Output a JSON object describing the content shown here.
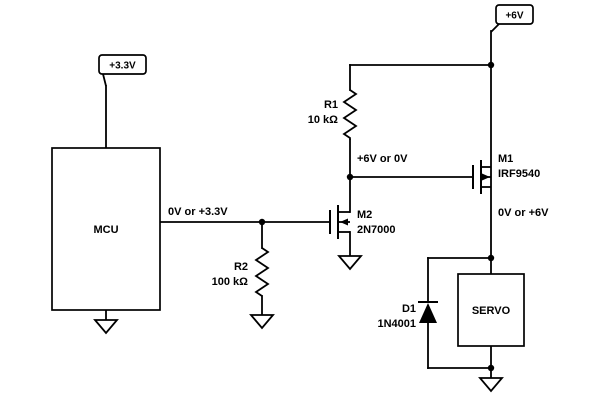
{
  "schematic": {
    "power_flags": {
      "vcc6": "+6V",
      "vcc33": "+3.3V"
    },
    "blocks": {
      "mcu": "MCU",
      "servo": "SERVO"
    },
    "components": {
      "r1": {
        "ref": "R1",
        "value": "10 kΩ"
      },
      "r2": {
        "ref": "R2",
        "value": "100 kΩ"
      },
      "m1": {
        "ref": "M1",
        "value": "IRF9540"
      },
      "m2": {
        "ref": "M2",
        "value": "2N7000"
      },
      "d1": {
        "ref": "D1",
        "value": "1N4001"
      }
    },
    "net_labels": {
      "mcu_out": "0V or +3.3V",
      "m2_drain": "+6V or 0V",
      "m1_drain": "0V or +6V"
    },
    "colors": {
      "wire": "#000000",
      "background": "#ffffff"
    }
  }
}
